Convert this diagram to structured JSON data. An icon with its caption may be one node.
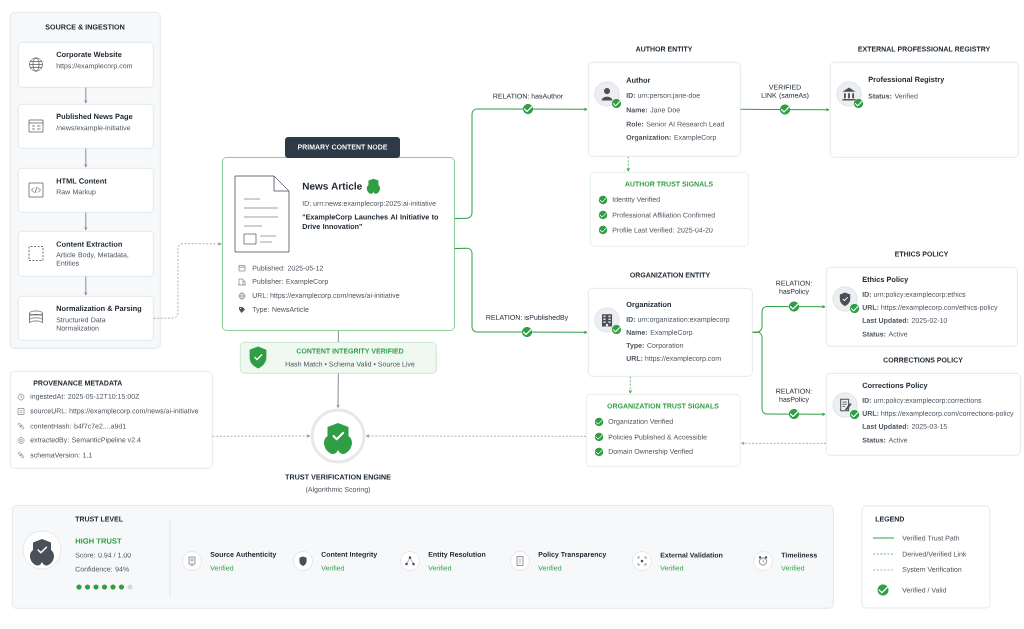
{
  "diagram": {
    "nodes": [
      {
        "text": [
          "SOURCE & INGESTION"
        ]
      },
      {
        "text": [
          "Corporate Website",
          "https://examplecorp.com"
        ],
        "in": 0
      },
      {
        "text": [
          "Published News Page",
          "/news/example-initiative"
        ],
        "in": 0
      },
      {
        "text": [
          "HTML Content",
          "Raw Markup"
        ],
        "in": 0
      },
      {
        "text": [
          "Content Extraction",
          "Article Body, Metadata, Entities"
        ],
        "in": 0
      },
      {
        "text": [
          "Normalization & Parsing",
          "Structured Data Normalization"
        ],
        "in": 0
      },
      {
        "text": [
          "PRIMARY CONTENT NODE",
          "News Article",
          "ID: urn:news:examplecorp:2025:ai-initiative",
          "\"ExampleCorp Launches AI Initiative to Drive Innovation\"",
          "Published: 2025-05-12",
          "Publisher: ExampleCorp",
          "URL: https://examplecorp.com/news/ai-initiative",
          "Type: NewsArticle"
        ]
      },
      {
        "text": [
          "CONTENT INTEGRITY VERIFIED",
          "Hash Match • Schema Valid • Source Live"
        ]
      },
      {
        "text": [
          "TRUST VERIFICATION ENGINE",
          "(Algorithmic Scoring)"
        ]
      },
      {
        "text": [
          "PROVENANCE METADATA",
          "ingestedAt: 2025-05-12T10:15:00Z",
          "sourceURL: https://examplecorp.com/news/ai-initiative",
          "contentHash: b4f7c7e2....a9d1",
          "extractedBy: SemanticPipeline v2.4",
          "schemaVersion: 1.1"
        ]
      },
      {
        "text": [
          "AUTHOR ENTITY",
          "Author",
          "**ID:** urn:person:jane-doe",
          "**Name:** Jane Doe",
          "**Role:** Senior AI Research Lead",
          "**Organization:** ExampleCorp"
        ]
      },
      {
        "text": [
          "AUTHOR TRUST SIGNALS",
          "Identity Verified",
          "Professional Affiliation Confirmed",
          "Profile Last Verified: 2025-04-20"
        ]
      },
      {
        "text": [
          "EXTERNAL PROFESSIONAL REGISTRY",
          "Professional Registry",
          "**Status:** Verified"
        ]
      },
      {
        "text": [
          "ORGANIZATION ENTITY",
          "Organization",
          "**ID:** urn:organization:examplecorp",
          "**Name:** ExampleCorp",
          "**Type:** Corporation",
          "**URL:** https://examplecorp.com"
        ]
      },
      {
        "text": [
          "ORGANIZATION TRUST SIGNALS",
          "Organization Verified",
          "Policies Published & Accessible",
          "Domain Ownership Verified"
        ]
      },
      {
        "text": [
          "ETHICS POLICY",
          "Ethics Policy",
          "**ID:** urn:policy:examplecorp:ethics",
          "**URL:** https://examplecorp.com/ethics-policy",
          "**Last Updated:** 2025-02-10",
          "**Status:** Active"
        ]
      },
      {
        "text": [
          "CORRECTIONS POLICY",
          "Corrections Policy",
          "**ID:** urn:policy:examplecorp:corrections",
          "**URL:** https://examplecorp.com/corrections-policy",
          "**Last Updated:** 2025-03-15",
          "**Status:** Active"
        ]
      },
      {
        "text": [
          "TRUST LEVEL",
          "HIGH TRUST",
          "Score: 0.94 / 1.00",
          "Confidence: 94%"
        ]
      }
    ],
    "edges": [
      {
        "from": 1,
        "to": 2,
        "arrow": "to"
      },
      {
        "from": 2,
        "to": 3,
        "arrow": "to"
      },
      {
        "from": 3,
        "to": 4,
        "arrow": "to"
      },
      {
        "from": 4,
        "to": 5,
        "arrow": "to"
      },
      {
        "from": 5,
        "to": 6,
        "arrow": "to",
        "style": "dashed"
      },
      {
        "from": 6,
        "to": 7,
        "arrow": "none"
      },
      {
        "from": 7,
        "to": 8,
        "arrow": "to"
      },
      {
        "from": 9,
        "to": 8,
        "arrow": "to",
        "style": "dashed"
      },
      {
        "from": 6,
        "to": 10,
        "arrow": "to",
        "label": "RELATION: hasAuthor",
        "color": "#2f9e44"
      },
      {
        "from": 10,
        "to": 12,
        "arrow": "to",
        "label": "VERIFIED LINK (sameAs)",
        "color": "#2f9e44"
      },
      {
        "from": 10,
        "to": 11,
        "arrow": "to",
        "style": "dashed",
        "color": "#2f9e44"
      },
      {
        "from": 6,
        "to": 13,
        "arrow": "to",
        "label": "RELATION: isPublishedBy",
        "color": "#2f9e44"
      },
      {
        "from": 13,
        "to": 15,
        "arrow": "to",
        "label": "RELATION: hasPolicy",
        "color": "#2f9e44"
      },
      {
        "from": 13,
        "to": 16,
        "arrow": "to",
        "label": "RELATION: hasPolicy",
        "color": "#2f9e44"
      },
      {
        "from": 13,
        "to": 14,
        "arrow": "to",
        "style": "dashed",
        "color": "#2f9e44"
      },
      {
        "from": 16,
        "to": 14,
        "arrow": "to",
        "style": "dashed"
      },
      {
        "from": 14,
        "to": 8,
        "arrow": "to",
        "style": "dashed"
      }
    ],
    "labels": [
      "Source Authenticity",
      "Verified",
      "Content Integrity",
      "Verified",
      "Entity Resolution",
      "Verified",
      "Policy Transparency",
      "Verified",
      "External Validation",
      "Verified",
      "Timeliness",
      "Verified",
      "LEGEND"
    ],
    "legend": [
      {
        "text": "Verified Trust Path"
      },
      {
        "text": "Derived/Verified Link"
      },
      {
        "text": "System Verification"
      },
      {
        "text": "Verified / Valid"
      }
    ]
  }
}
